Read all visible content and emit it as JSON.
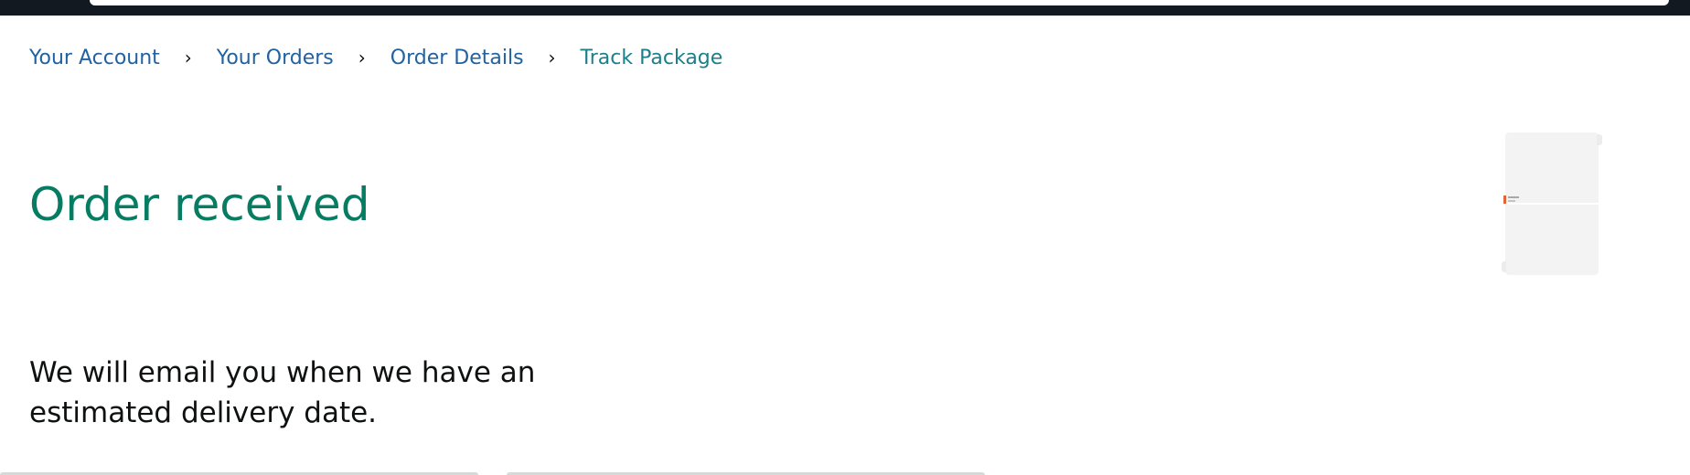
{
  "header": {
    "search_placeholder": ""
  },
  "breadcrumb": {
    "items": [
      {
        "label": "Your Account"
      },
      {
        "label": "Your Orders"
      },
      {
        "label": "Order Details"
      },
      {
        "label": "Track Package"
      }
    ],
    "separator": "›"
  },
  "status": {
    "title": "Order received",
    "message": "We will email you when we have an estimated delivery date."
  },
  "colors": {
    "header_bg": "#131921",
    "link": "#2162A1",
    "current_crumb": "#1C7F8C",
    "status_title": "#067D62",
    "text": "#0F1111"
  },
  "product": {
    "image_icon": "product-package-icon"
  }
}
